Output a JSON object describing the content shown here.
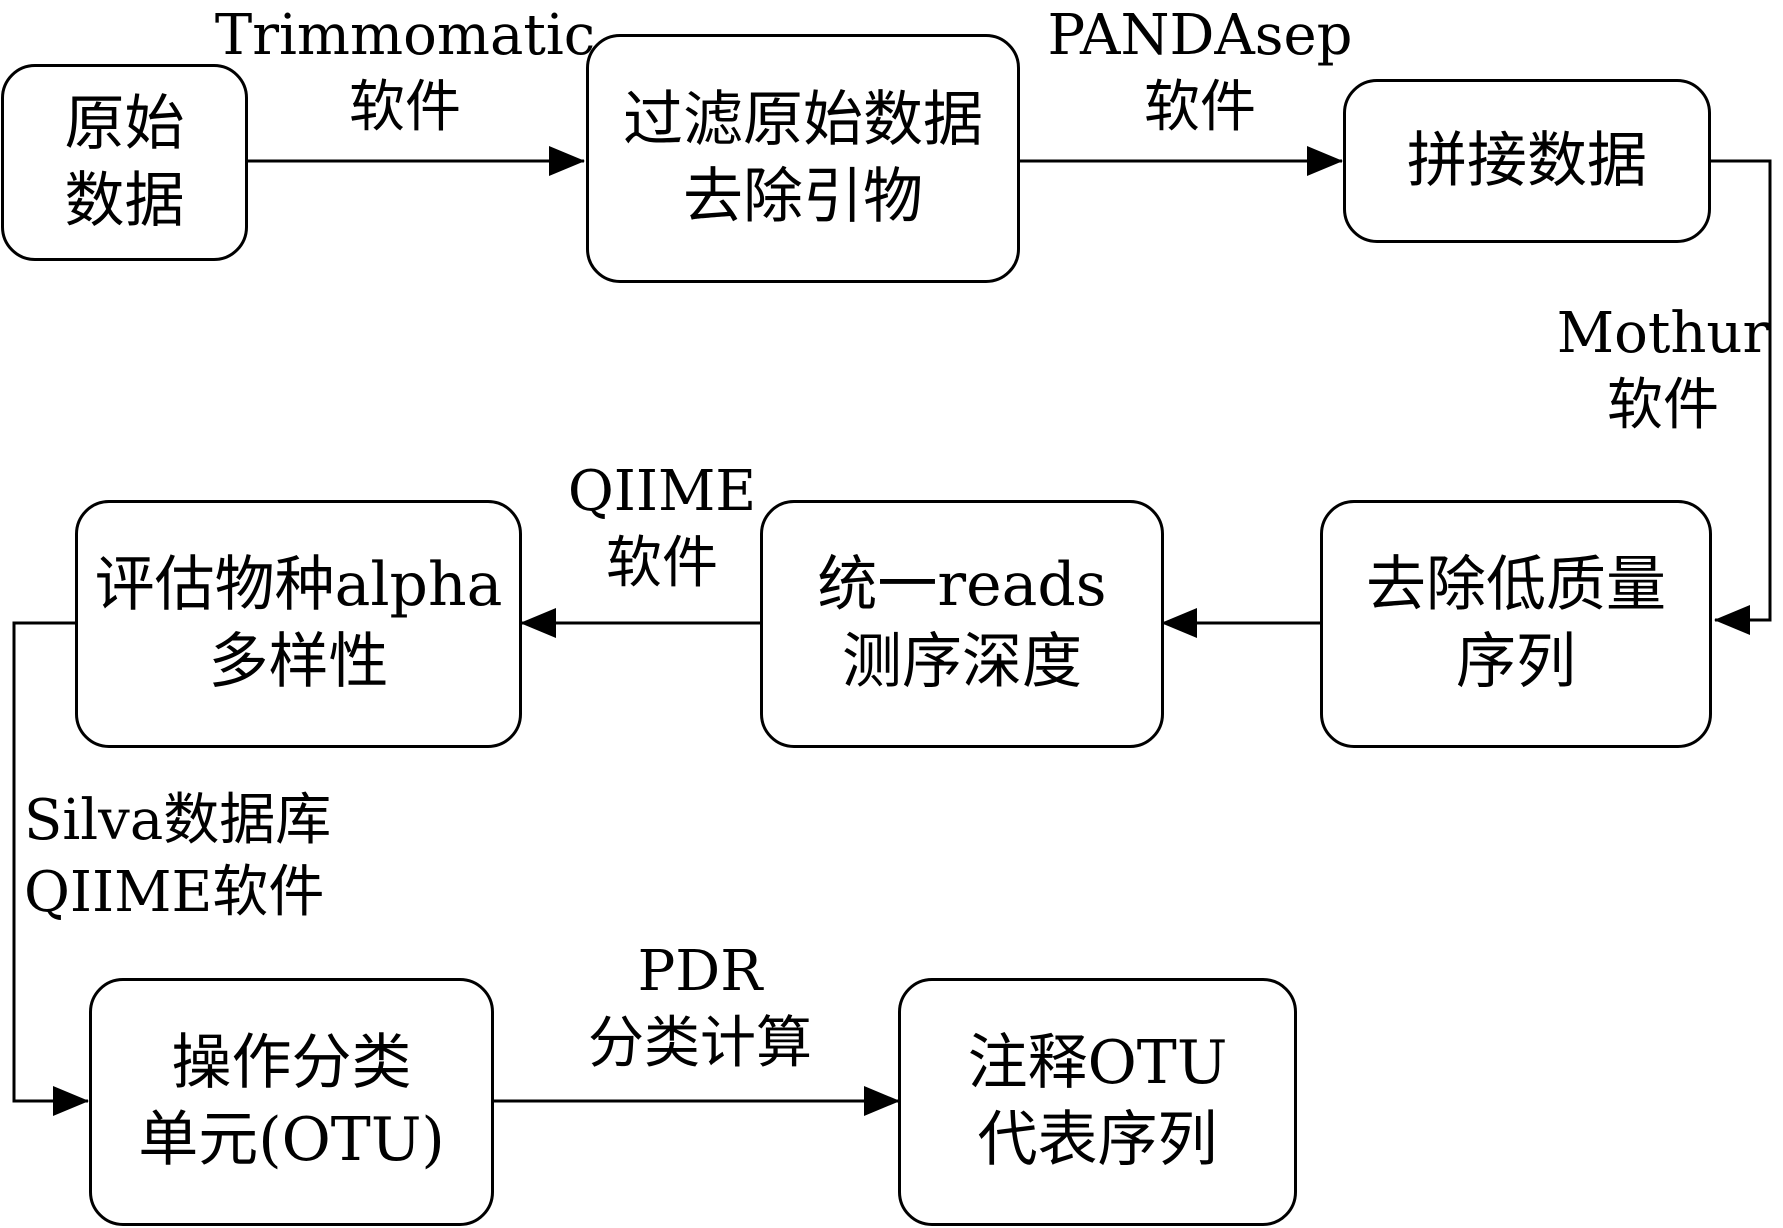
{
  "boxes": {
    "raw_data": [
      "原始",
      "数据"
    ],
    "filter_raw": [
      "过滤原始数据",
      "去除引物"
    ],
    "merge": [
      "拼接数据"
    ],
    "remove_low_quality": [
      "去除低质量",
      "序列"
    ],
    "normalize_depth": [
      "统一reads",
      "测序深度"
    ],
    "alpha_diversity": [
      "评估物种alpha",
      "多样性"
    ],
    "otu": [
      "操作分类",
      "单元(OTU)"
    ],
    "annotate_otu": [
      "注释OTU",
      "代表序列"
    ]
  },
  "edges": {
    "trimmomatic": [
      "Trimmomatic",
      "软件"
    ],
    "pandaseq": [
      "PANDAsep",
      "软件"
    ],
    "mothur": [
      "Mothur",
      "软件"
    ],
    "qiime": [
      "QIIME",
      "软件"
    ],
    "silva": [
      "Silva数据库",
      "QIIME软件"
    ],
    "pdr": [
      "PDR",
      "分类计算"
    ]
  },
  "colors": {
    "stroke": "#000000",
    "fill": "#ffffff",
    "text": "#000000"
  }
}
